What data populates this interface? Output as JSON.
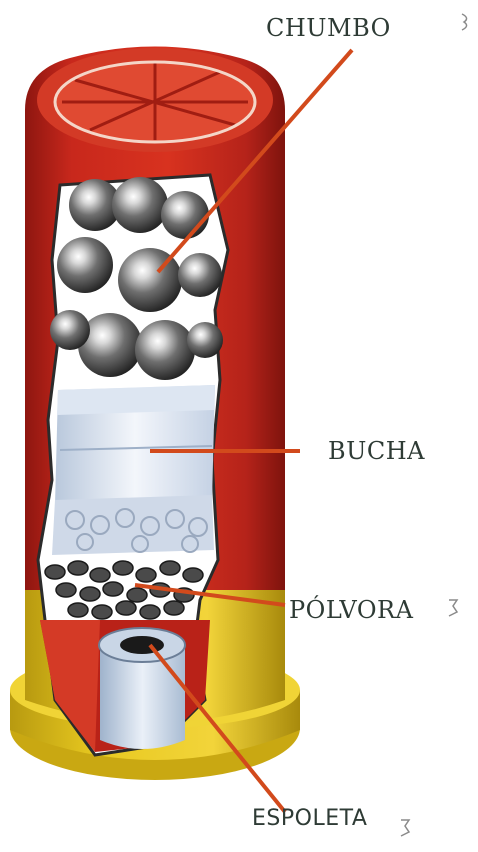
{
  "labels": {
    "chumbo": "CHUMBO",
    "bucha": "BUCHA",
    "polvora": "PÓLVORA",
    "espoleta": "ESPOLETA"
  },
  "colors": {
    "shell_red": "#c8281c",
    "shell_dark_red": "#8e1610",
    "brass_yellow": "#e3c01b",
    "leader_line": "#d24a1c",
    "label_text": "#2e3b35"
  },
  "icons": [
    "watermark-glyph"
  ]
}
